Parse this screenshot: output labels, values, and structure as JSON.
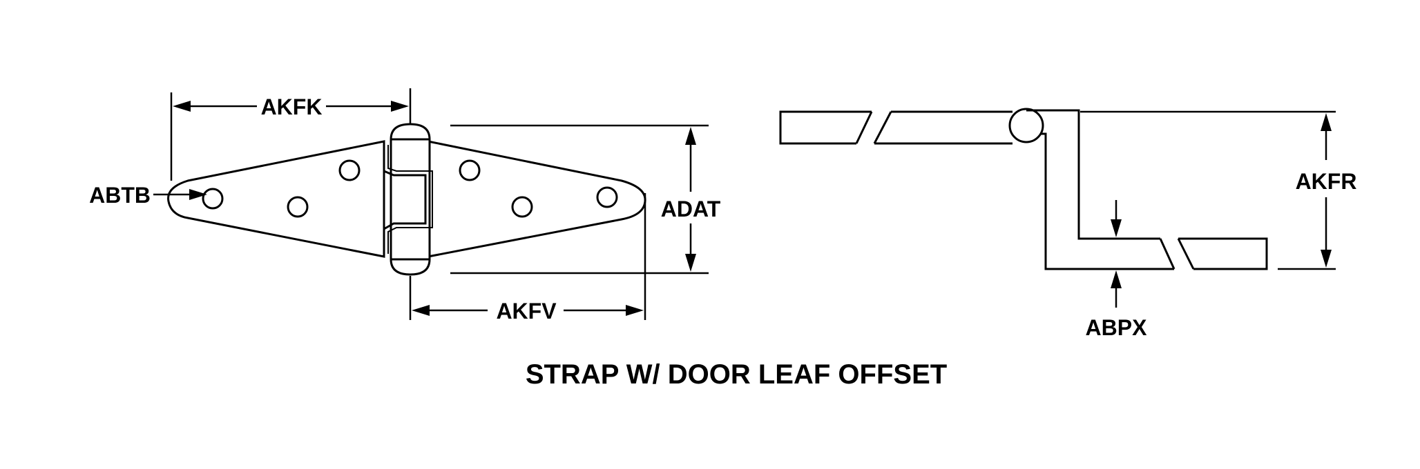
{
  "labels": {
    "akfk": "AKFK",
    "abtb": "ABTB",
    "adat": "ADAT",
    "akfv": "AKFV",
    "akfr": "AKFR",
    "abpx": "ABPX"
  },
  "caption": "STRAP W/ DOOR LEAF OFFSET",
  "colors": {
    "line": "#000000",
    "background": "#ffffff"
  }
}
